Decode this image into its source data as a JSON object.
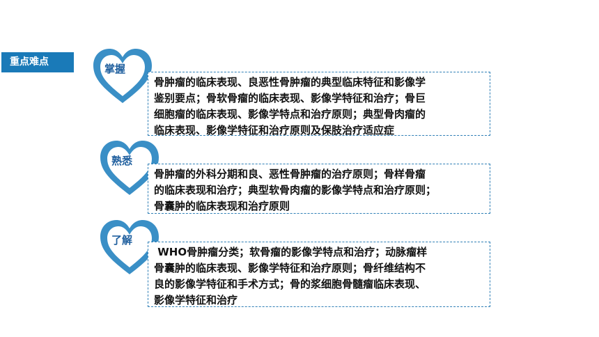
{
  "header": {
    "tag_label": "重点难点"
  },
  "sections": [
    {
      "label": "掌握",
      "lines": [
        "骨肿瘤的临床表现、良恶性骨肿瘤的典型临床特征和影像学",
        "鉴别要点；骨软骨瘤的临床表现、影像学特征和治疗；骨巨",
        "细胞瘤的临床表现、影像学特点和治疗原则；典型骨肉瘤的",
        "临床表现、影像学特征和治疗原则及保肢治疗适应症"
      ]
    },
    {
      "label": "熟悉",
      "lines": [
        "骨肿瘤的外科分期和良、恶性骨肿瘤的治疗原则；骨样骨瘤",
        "的临床表现和治疗；典型软骨肉瘤的影像学特点和治疗原则；",
        "骨囊肿的临床表现和治疗原则"
      ]
    },
    {
      "label": "了解",
      "lines": [
        " WHO骨肿瘤分类；软骨瘤的影像学特点和治疗；动脉瘤样",
        "骨囊肿的临床表现、影像学特征和治疗原则；骨纤维结构不",
        "良的影像学特征和手术方式；骨的浆细胞骨髓瘤临床表现、",
        "影像学特征和治疗"
      ]
    }
  ],
  "colors": {
    "accent_blue": "#1a7ab8",
    "heart_blue": "#3a8fc6",
    "label_blue": "#1f5f9e",
    "text": "#111111"
  }
}
